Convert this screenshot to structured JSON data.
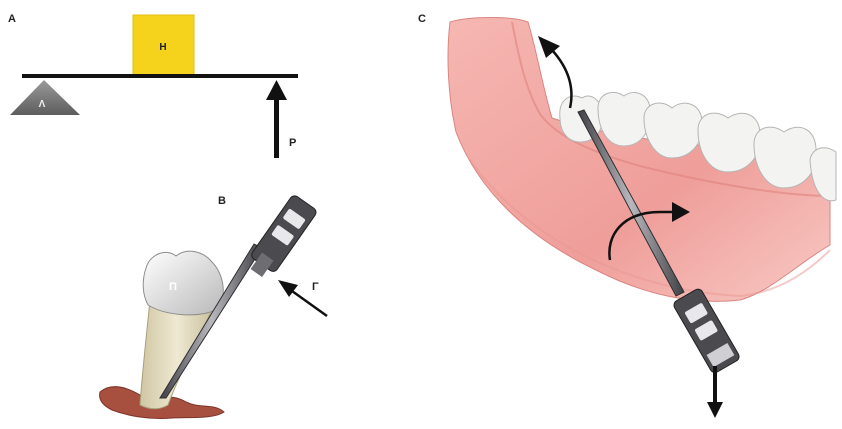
{
  "panels": {
    "a": {
      "letter": "A",
      "load_label": "H",
      "fulcrum_label": "Λ",
      "force_label": "P",
      "load_color": "#f5d21c"
    },
    "b": {
      "letter": "B",
      "tooth_label": "Π",
      "force_label": "Γ"
    },
    "c": {
      "letter": "C"
    }
  },
  "colors": {
    "gum": "#f2a6a2",
    "tooth": "#f1f1ef",
    "instrument": "#5c5c60",
    "arrow": "#111111"
  }
}
